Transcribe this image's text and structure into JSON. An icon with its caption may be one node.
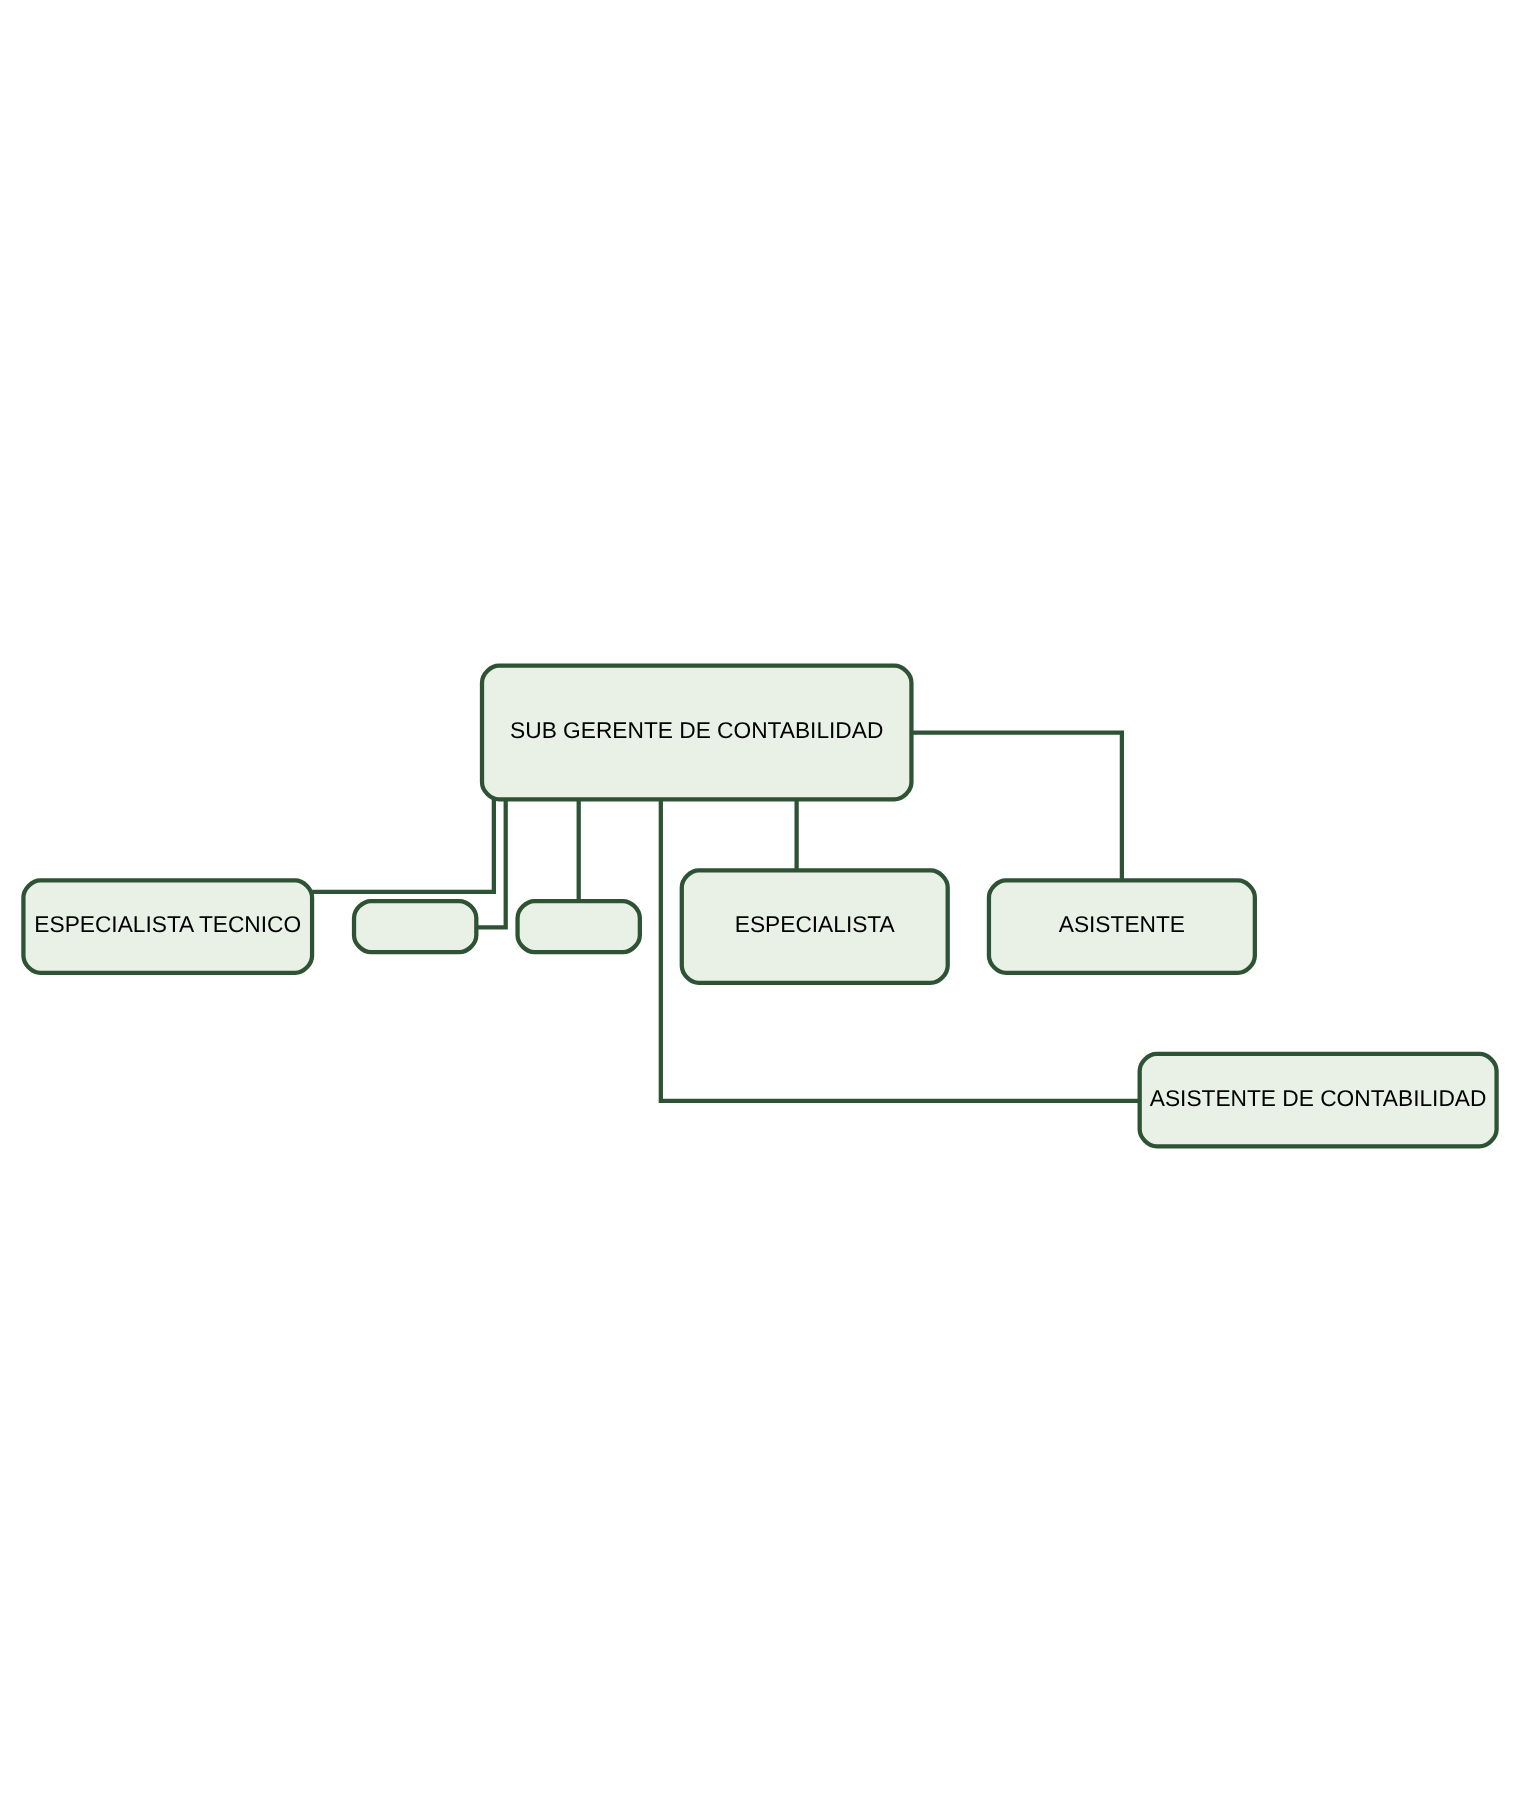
{
  "diagram": {
    "nodes": [
      {
        "text": [
          "SUB GERENTE DE CONTABILIDAD"
        ]
      },
      {
        "text": [
          "ESPECIALISTA TECNICO"
        ]
      },
      {
        "text": [],
        "shape": "box"
      },
      {
        "text": [],
        "shape": "box"
      },
      {
        "text": [
          "ESPECIALISTA"
        ]
      },
      {
        "text": [
          "ASISTENTE"
        ]
      },
      {
        "text": [
          "ASISTENTE DE CONTABILIDAD"
        ]
      }
    ],
    "edges": [
      {
        "from": 0,
        "to": 1,
        "arrow": "none"
      },
      {
        "from": 0,
        "to": 2,
        "arrow": "none"
      },
      {
        "from": 0,
        "to": 3,
        "arrow": "none"
      },
      {
        "from": 0,
        "to": 4,
        "arrow": "none"
      },
      {
        "from": 0,
        "to": 5,
        "arrow": "none"
      },
      {
        "from": 0,
        "to": 6,
        "arrow": "none"
      }
    ]
  }
}
